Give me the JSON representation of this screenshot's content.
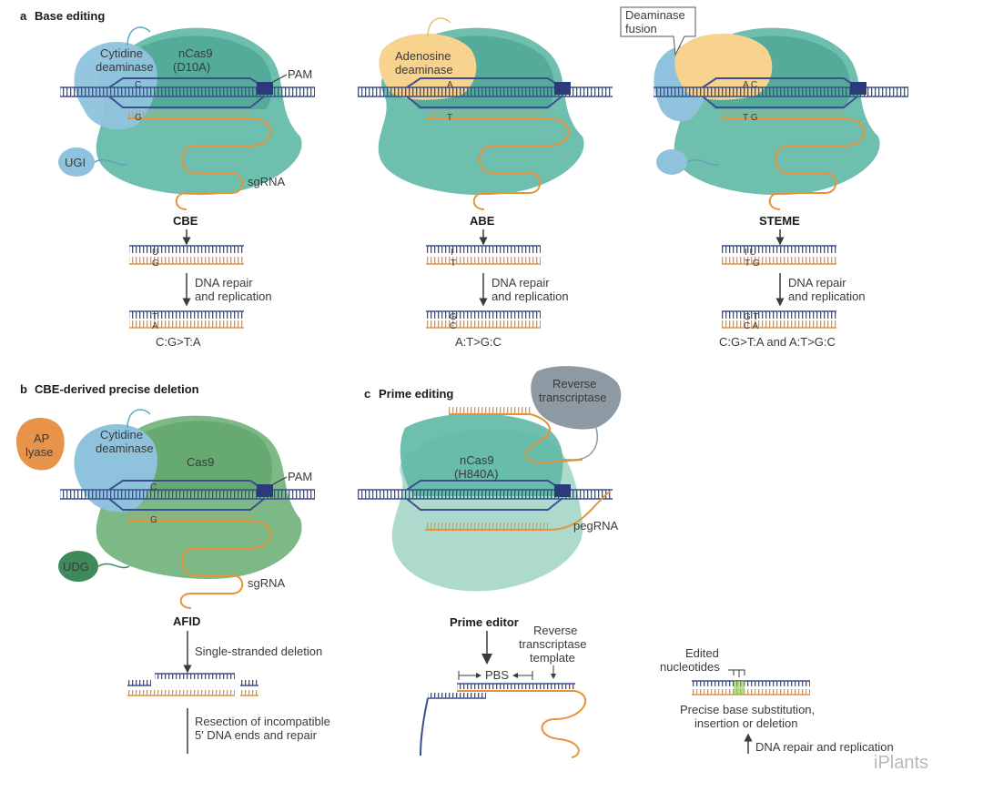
{
  "panels": {
    "a": {
      "letter": "a",
      "title": "Base editing"
    },
    "b": {
      "letter": "b",
      "title": "CBE-derived precise deletion"
    },
    "c": {
      "letter": "c",
      "title": "Prime editing"
    }
  },
  "colors": {
    "dna_blue": "#3d4f8f",
    "rna_orange": "#e8923a",
    "cas_teal": "#5fb8a6",
    "cas_teal_light": "#9fd3c4",
    "cas_green": "#6fb07a",
    "deaminase_blue": "#8fc3dd",
    "adenosine_yellow": "#f7d38f",
    "ap_lyase_orange": "#e8934a",
    "udg_green": "#3f8a5a",
    "rt_gray": "#8e9aa3"
  },
  "cbe": {
    "enzyme": "Cytidine\ndeaminase",
    "cas": "nCas9\n(D10A)",
    "pam": "PAM",
    "ugi": "UGI",
    "sgrna": "sgRNA",
    "name": "CBE",
    "top_base": "C",
    "bottom_base": "G",
    "inter_top": "U",
    "inter_bottom": "G",
    "final_top": "T",
    "final_bottom": "A",
    "repair": "DNA repair\nand replication",
    "result": "C:G>T:A"
  },
  "abe": {
    "enzyme": "Adenosine\ndeaminase",
    "name": "ABE",
    "top_base": "A",
    "bottom_base": "T",
    "inter_top": "I",
    "inter_bottom": "T",
    "final_top": "G",
    "final_bottom": "C",
    "repair": "DNA repair\nand replication",
    "result": "A:T>G:C"
  },
  "steme": {
    "callout": "Deaminase\nfusion",
    "name": "STEME",
    "top_base": "A C",
    "bottom_base": "T G",
    "inter_top": "I U",
    "inter_bottom": "T G",
    "final_top": "G T",
    "final_bottom": "C A",
    "repair": "DNA repair\nand replication",
    "result": "C:G>T:A and A:T>G:C"
  },
  "afid": {
    "ap_lyase": "AP\nlyase",
    "enzyme": "Cytidine\ndeaminase",
    "cas": "Cas9",
    "pam": "PAM",
    "udg": "UDG",
    "sgrna": "sgRNA",
    "top_base": "C",
    "bottom_base": "G",
    "name": "AFID",
    "step1": "Single-stranded deletion",
    "step2": "Resection of incompatible\n5′ DNA ends and repair"
  },
  "prime": {
    "rt": "Reverse\ntranscriptase",
    "cas": "nCas9\n(H840A)",
    "pegrna": "pegRNA",
    "name": "Prime editor",
    "pbs": "PBS",
    "rtt": "Reverse\ntranscriptase\ntemplate",
    "edited": "Edited\nnucleotides",
    "outcome": "Precise base substitution,\ninsertion or deletion",
    "repair": "DNA repair and replication"
  },
  "watermark": "iPlants"
}
